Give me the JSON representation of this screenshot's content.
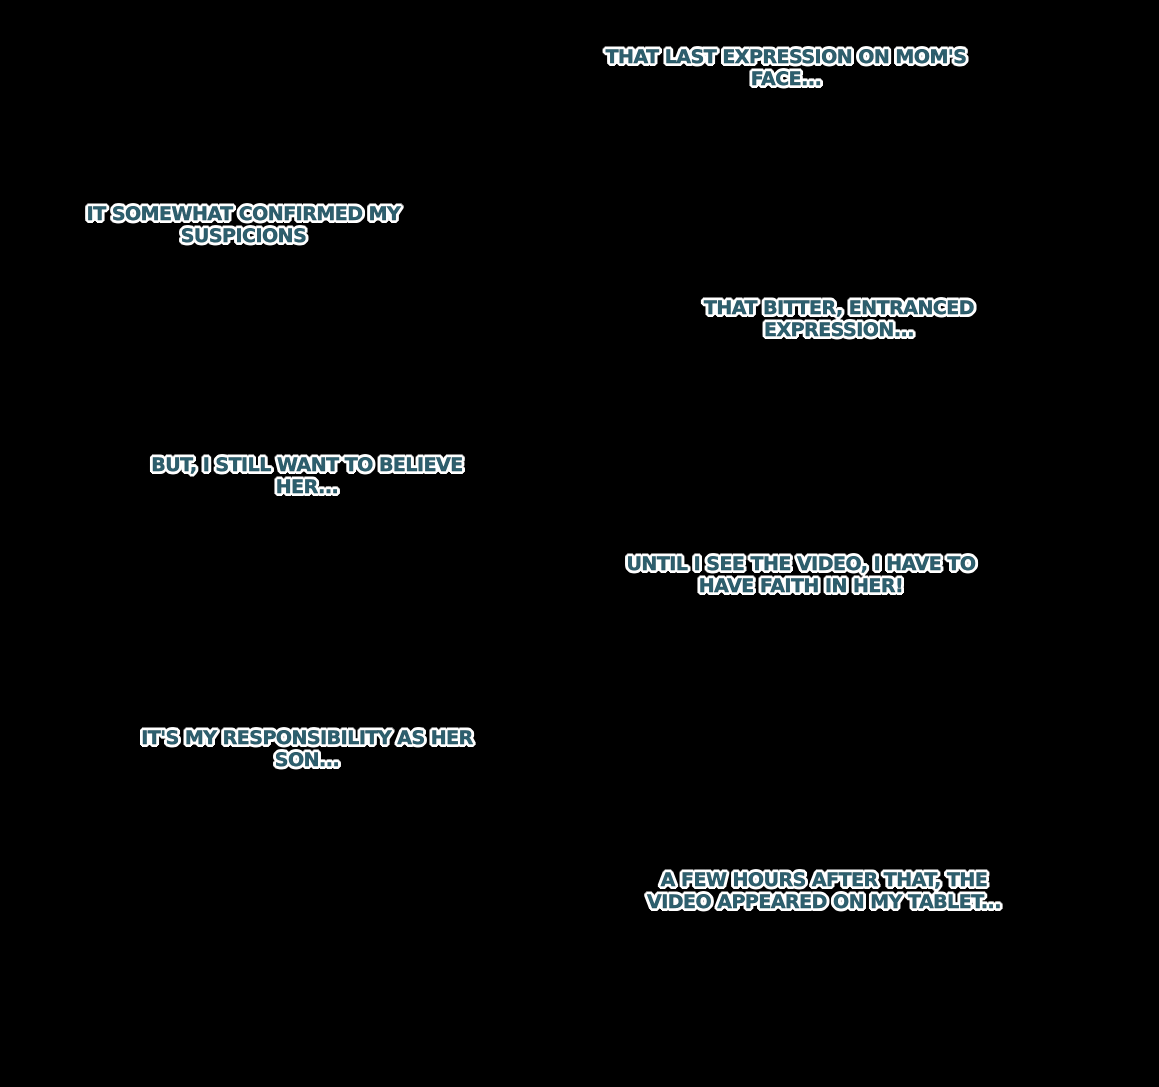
{
  "captions": [
    {
      "lines": [
        "That last expression on Mom's",
        "face..."
      ]
    },
    {
      "lines": [
        "It somewhat confirmed my",
        "suspicions"
      ]
    },
    {
      "lines": [
        "That bitter, entranced",
        "expression..."
      ]
    },
    {
      "lines": [
        "But, I still want to believe",
        "her..."
      ]
    },
    {
      "lines": [
        "Until I see the video, I have to",
        "have faith in her!"
      ]
    },
    {
      "lines": [
        "It's my responsibility as her",
        "son..."
      ]
    },
    {
      "lines": [
        "A few hours after that, the",
        "video appeared on my tablet..."
      ]
    }
  ],
  "colors": {
    "background": "#000000",
    "text_fill": "#2d5f6e",
    "text_outline": "#ffffff"
  }
}
